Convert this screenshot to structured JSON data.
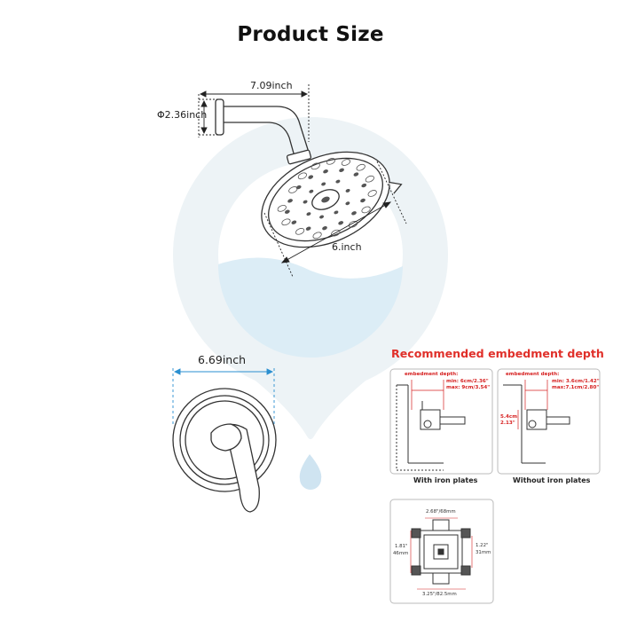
{
  "title": "Product Size",
  "showerhead": {
    "arm_length": "7.09inch",
    "flange_diameter": "Φ2.36inch",
    "head_diameter": "6.inch"
  },
  "trim": {
    "plate_diameter": "6.69inch"
  },
  "embedment": {
    "heading": "Recommended embedment depth",
    "with_plates": {
      "label": "embedment depth:",
      "min": "min: 6cm/2.36\"",
      "max": "max: 9cm/3.54\"",
      "caption": "With iron plates"
    },
    "without_plates": {
      "label": "embedment depth:",
      "min": "min: 3.6cm/1.42\"",
      "max": "max:7.1cm/2.80\"",
      "side_a": "5.4cm",
      "side_b": "2.13\"",
      "caption": "Without iron plates"
    }
  },
  "valve_body": {
    "top": "2.68\"/68mm",
    "left_a": "1.81\"",
    "left_b": "46mm",
    "right_a": "1.22\"",
    "right_b": "31mm",
    "bottom": "3.25\"/82.5mm"
  },
  "colors": {
    "drop_fill": "#ebf2f5",
    "water": "#daedf6",
    "drip": "#cfe4f1",
    "accent_red": "#e0302a",
    "dim_blue": "#2a8fd0"
  }
}
